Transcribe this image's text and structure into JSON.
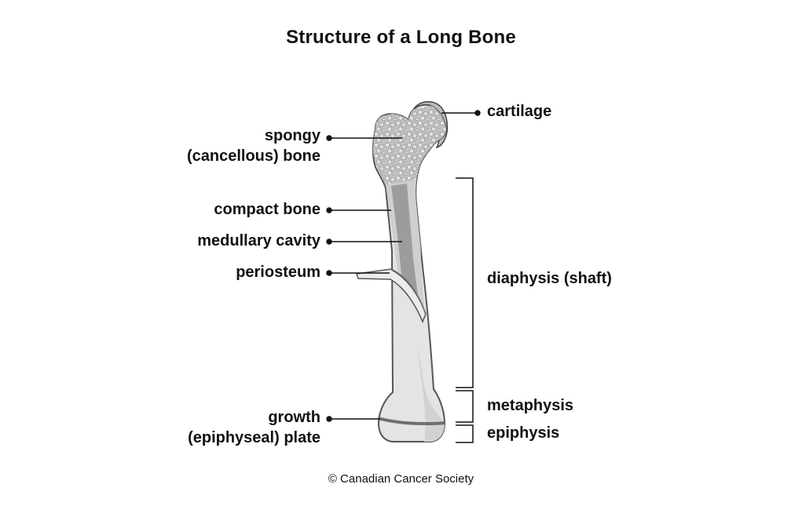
{
  "title": "Structure of a Long Bone",
  "labels": {
    "cartilage": "cartilage",
    "spongy_line1": "spongy",
    "spongy_line2": "(cancellous) bone",
    "compact_bone": "compact bone",
    "medullary_cavity": "medullary cavity",
    "periosteum": "periosteum",
    "diaphysis": "diaphysis (shaft)",
    "metaphysis": "metaphysis",
    "epiphysis": "epiphysis",
    "growth_line1": "growth",
    "growth_line2": "(epiphyseal) plate"
  },
  "credit": "© Canadian Cancer Society",
  "colors": {
    "bone_fill": "#e4e4e4",
    "bone_outline": "#555555",
    "spongy": "#b8b8b8",
    "marrow": "#9c9c9c",
    "growth_plate": "#6f6f6f",
    "leader": "#111111"
  }
}
